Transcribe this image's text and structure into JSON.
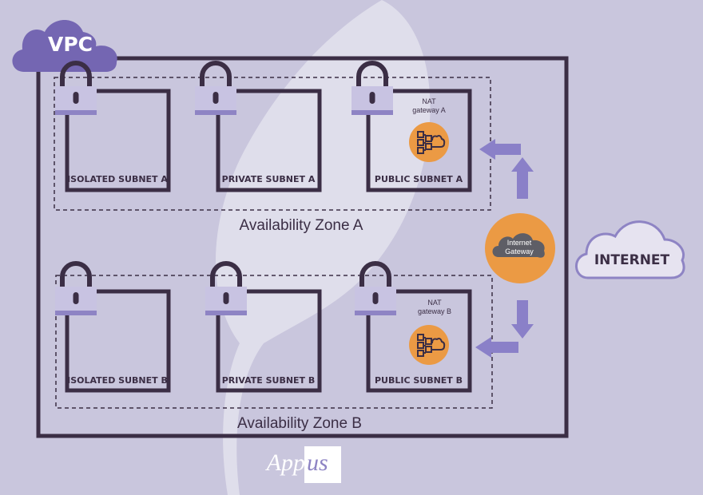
{
  "colors": {
    "background": "#c9c6dd",
    "frame": "#3b2e45",
    "cloud": "#7466b2",
    "cloud_light": "#e6e3f0",
    "lock": "#c8c3e2",
    "lock_band": "#8e84c4",
    "orange": "#eb9a44",
    "arrow": "#8a80c8"
  },
  "vpc": {
    "label": "VPC",
    "icon": "cloud-icon"
  },
  "internet": {
    "label": "INTERNET",
    "icon": "cloud-icon"
  },
  "internet_gateway": {
    "line1": "Internet",
    "line2": "Gateway",
    "icon": "cloud-icon"
  },
  "zones": [
    {
      "label": "Availability Zone A",
      "subnets": [
        {
          "label": "ISOLATED SUBNET A"
        },
        {
          "label": "PRIVATE SUBNET A"
        },
        {
          "label": "PUBLIC SUBNET A",
          "nat_line1": "NAT",
          "nat_line2": "gateway A"
        }
      ]
    },
    {
      "label": "Availability Zone B",
      "subnets": [
        {
          "label": "ISOLATED SUBNET B"
        },
        {
          "label": "PRIVATE SUBNET B"
        },
        {
          "label": "PUBLIC SUBNET B",
          "nat_line1": "NAT",
          "nat_line2": "gateway B"
        }
      ]
    }
  ],
  "footer": {
    "logo_part1": "App",
    "logo_part2": "us"
  }
}
